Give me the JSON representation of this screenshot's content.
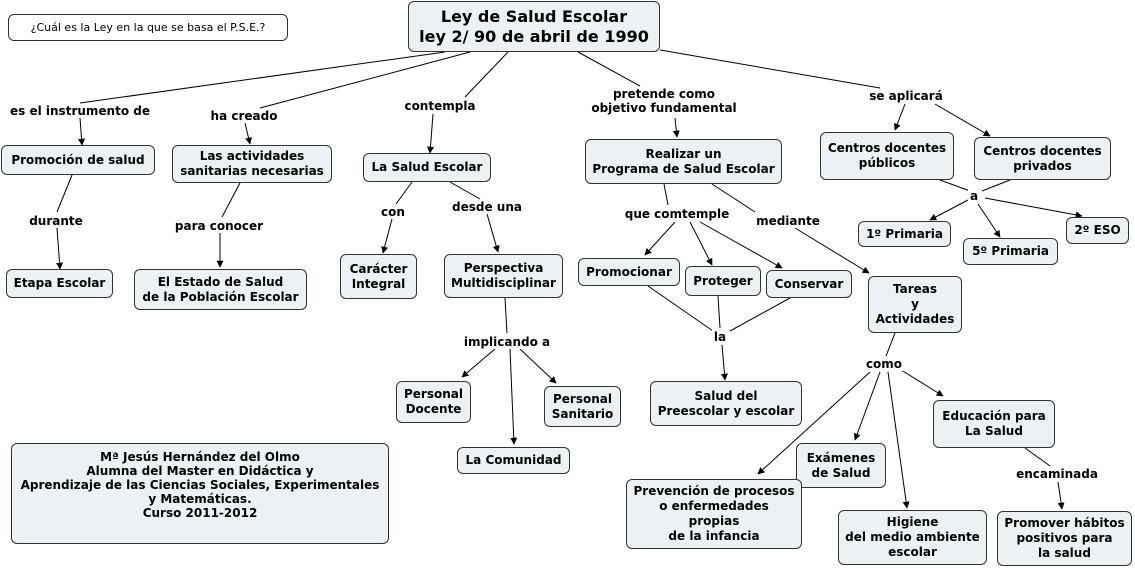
{
  "question": "¿Cuál es la Ley en la que se basa el P.S.E.?",
  "main": "Ley de Salud Escolar\nley 2/ 90 de abril de 1990",
  "nodes": {
    "promocion_salud": "Promoción de salud",
    "actividades_sanitarias": "Las actividades\nsanitarias necesarias",
    "salud_escolar": "La Salud Escolar",
    "programa": "Realizar un\nPrograma de Salud Escolar",
    "centros_publicos": "Centros docentes\npúblicos",
    "centros_privados": "Centros docentes\nprivados",
    "primaria1": "1º Primaria",
    "primaria5": "5º Primaria",
    "eso2": "2º ESO",
    "etapa_escolar": "Etapa Escolar",
    "estado_salud": "El Estado de Salud\nde la Población Escolar",
    "caracter_integral": "Carácter\nIntegral",
    "perspectiva": "Perspectiva\nMultidisciplinar",
    "promocionar": "Promocionar",
    "proteger": "Proteger",
    "conservar": "Conservar",
    "tareas": "Tareas\ny\nActividades",
    "personal_docente": "Personal\nDocente",
    "personal_sanitario": "Personal\nSanitario",
    "comunidad": "La Comunidad",
    "salud_preescolar": "Salud del\nPreescolar y escolar",
    "educacion_salud": "Educación para\nLa Salud",
    "examenes": "Exámenes\nde Salud",
    "prevencion": "Prevención de procesos\no enfermedades\npropias\nde la infancia",
    "higiene": "Higiene\ndel medio ambiente\nescolar",
    "habitos": "Promover hábitos\npositivos para\nla salud",
    "author": "Mª Jesús Hernández del Olmo\nAlumna del Master en Didáctica y\nAprendizaje de las Ciencias Sociales, Experimentales\ny Matemáticas.\nCurso 2011-2012"
  },
  "links": {
    "es_instrumento": "es el instrumento de",
    "ha_creado": "ha creado",
    "contempla": "contempla",
    "pretende": "pretende como\nobjetivo fundamental",
    "se_aplicara": "se aplicará",
    "durante": "durante",
    "para_conocer": "para conocer",
    "con": "con",
    "desde_una": "desde una",
    "que_comtemple": "que comtemple",
    "mediante": "mediante",
    "a": "a",
    "implicando": "implicando a",
    "la": "la",
    "como": "como",
    "encaminada": "encaminada"
  }
}
